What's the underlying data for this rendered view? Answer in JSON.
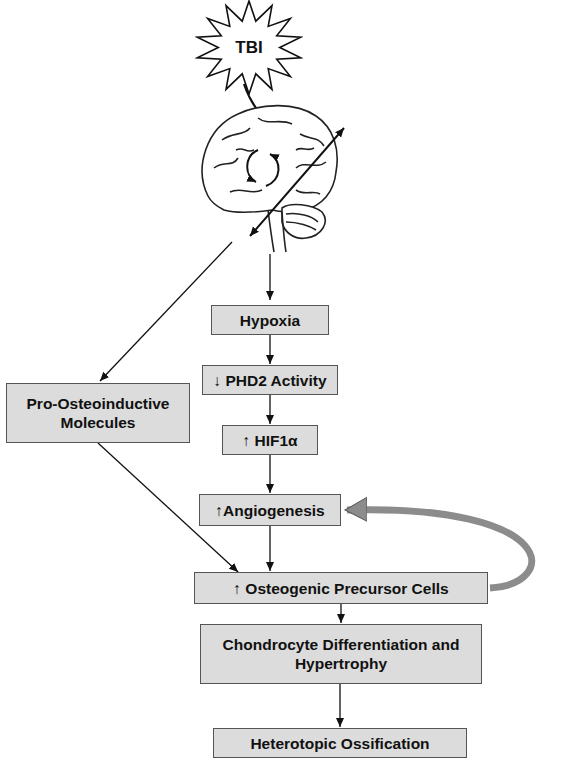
{
  "diagram": {
    "nodes": [
      {
        "text": [
          "TBI"
        ]
      },
      {
        "text": [
          "Hypoxia"
        ]
      },
      {
        "text": [
          "↓ PHD2 Activity"
        ]
      },
      {
        "text": [
          "Pro-Osteoinductive Molecules"
        ]
      },
      {
        "text": [
          "↑ HIF1α"
        ]
      },
      {
        "text": [
          "↑Angiogenesis"
        ]
      },
      {
        "text": [
          "↑ Osteogenic Precursor Cells"
        ]
      },
      {
        "text": [
          "Chondrocyte Differentiation and Hypertrophy"
        ]
      },
      {
        "text": [
          "Heterotopic Ossification"
        ]
      }
    ],
    "edges": [
      {
        "from": 1,
        "to": 2,
        "arrow": "to"
      },
      {
        "from": 2,
        "to": 4,
        "arrow": "to"
      },
      {
        "from": 4,
        "to": 5,
        "arrow": "to"
      },
      {
        "from": 5,
        "to": 6,
        "arrow": "to"
      },
      {
        "from": 3,
        "to": 6,
        "arrow": "to"
      },
      {
        "from": 6,
        "to": 5,
        "arrow": "to"
      },
      {
        "from": 6,
        "to": 7,
        "arrow": "to"
      },
      {
        "from": 7,
        "to": 8,
        "arrow": "to"
      }
    ]
  }
}
